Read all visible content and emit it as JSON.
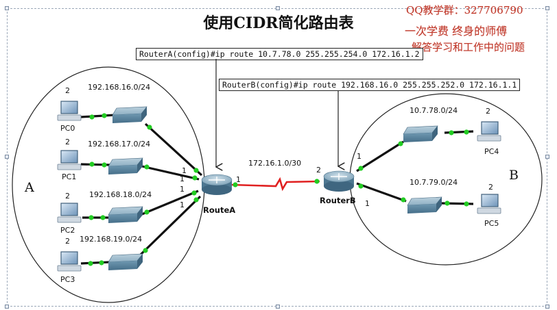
{
  "title": "使用CIDR简化路由表",
  "promo": {
    "line1": "QQ教学群：327706790",
    "line2": "一次学费   终身的师傅",
    "line3": "解答学习和工作中的问题"
  },
  "commands": {
    "router_a": "RouterA(config)#ip route 10.7.78.0 255.255.254.0 172.16.1.2",
    "router_b": "RouterB(config)#ip route 192.168.16.0 255.255.252.0 172.16.1.1"
  },
  "areas": {
    "a": "A",
    "b": "B"
  },
  "routers": {
    "a": "RouteA",
    "b": "RouterB"
  },
  "wan": {
    "network": "172.16.1.0/30",
    "port_a": "1",
    "port_b": "2"
  },
  "lans_a": [
    {
      "network": "192.168.16.0/24",
      "pc": "PC0",
      "pc_port": "2",
      "router_port": "1"
    },
    {
      "network": "192.168.17.0/24",
      "pc": "PC1",
      "pc_port": "2",
      "router_port": "1"
    },
    {
      "network": "192.168.18.0/24",
      "pc": "PC2",
      "pc_port": "2",
      "router_port": "1"
    },
    {
      "network": "192.168.19.0/24",
      "pc": "PC3",
      "pc_port": "2",
      "router_port": "1"
    }
  ],
  "lans_b": [
    {
      "network": "10.7.78.0/24",
      "pc": "PC4",
      "pc_port": "2",
      "router_port": "1"
    },
    {
      "network": "10.7.79.0/24",
      "pc": "PC5",
      "pc_port": "2",
      "router_port": "1"
    }
  ],
  "colors": {
    "link": "#111111",
    "wan": "#e02020",
    "port": "#22cc22",
    "promo": "#c0392b"
  }
}
